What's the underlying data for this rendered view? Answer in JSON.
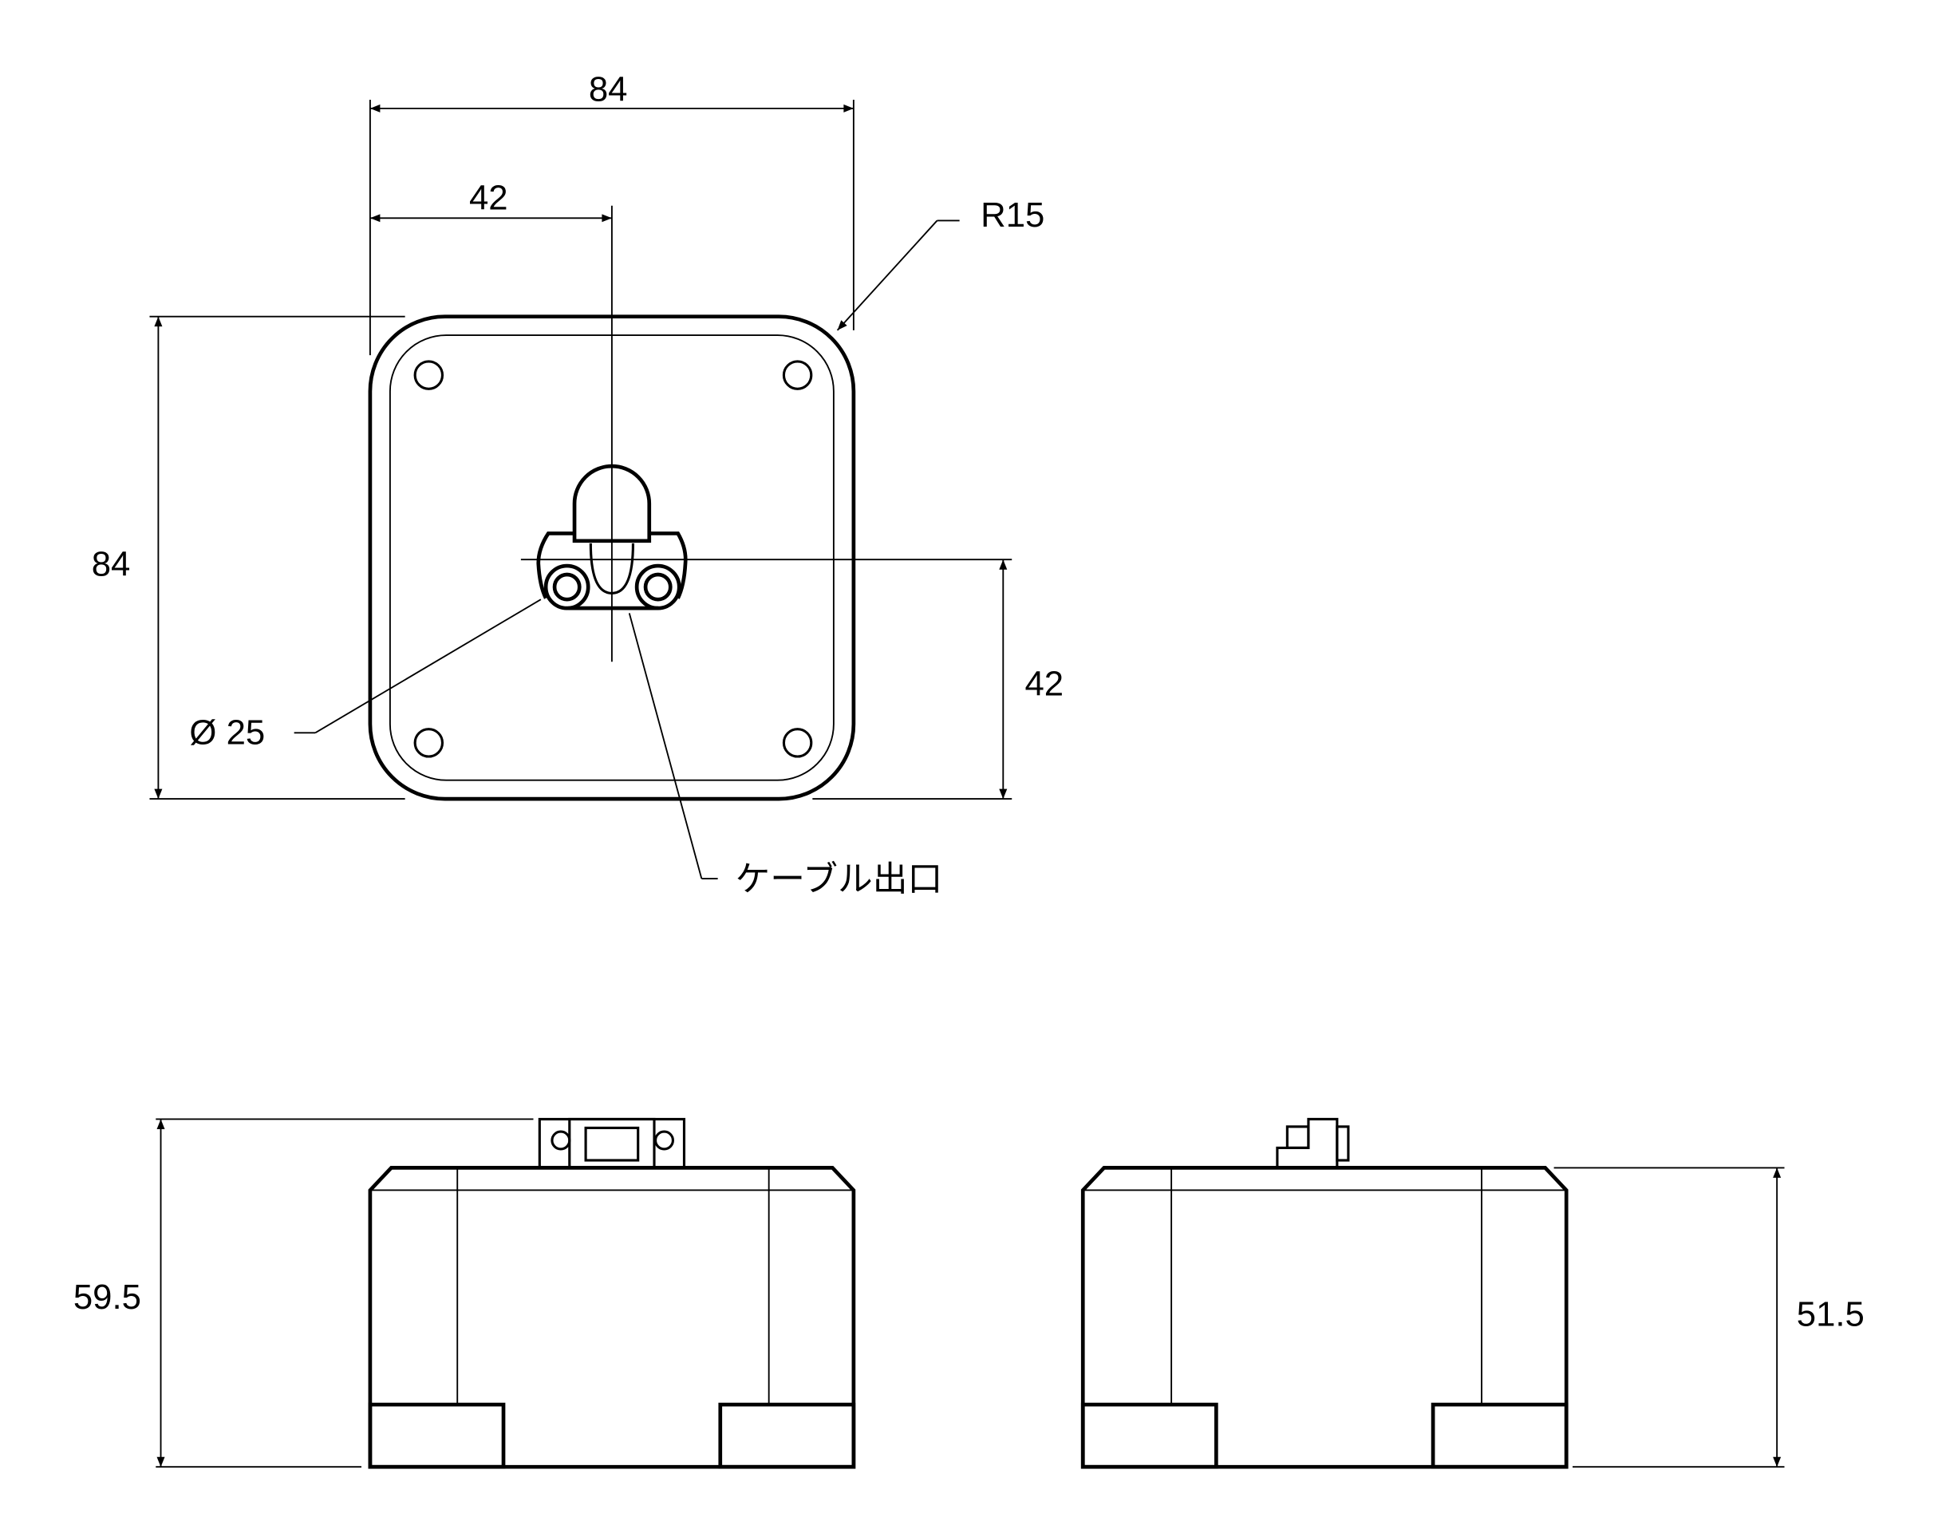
{
  "title": "Base dimensions drawing",
  "top_view": {
    "width_dim": "84",
    "half_width_dim": "42",
    "height_dim": "84",
    "half_height_dim": "42",
    "radius_label": "R15",
    "diameter_label": "Ø 25",
    "cable_exit_label": "ケーブル出口"
  },
  "front_view": {
    "height_dim": "59.5"
  },
  "side_view": {
    "height_dim": "51.5"
  },
  "colors": {
    "line": "#000000",
    "background": "#ffffff"
  }
}
